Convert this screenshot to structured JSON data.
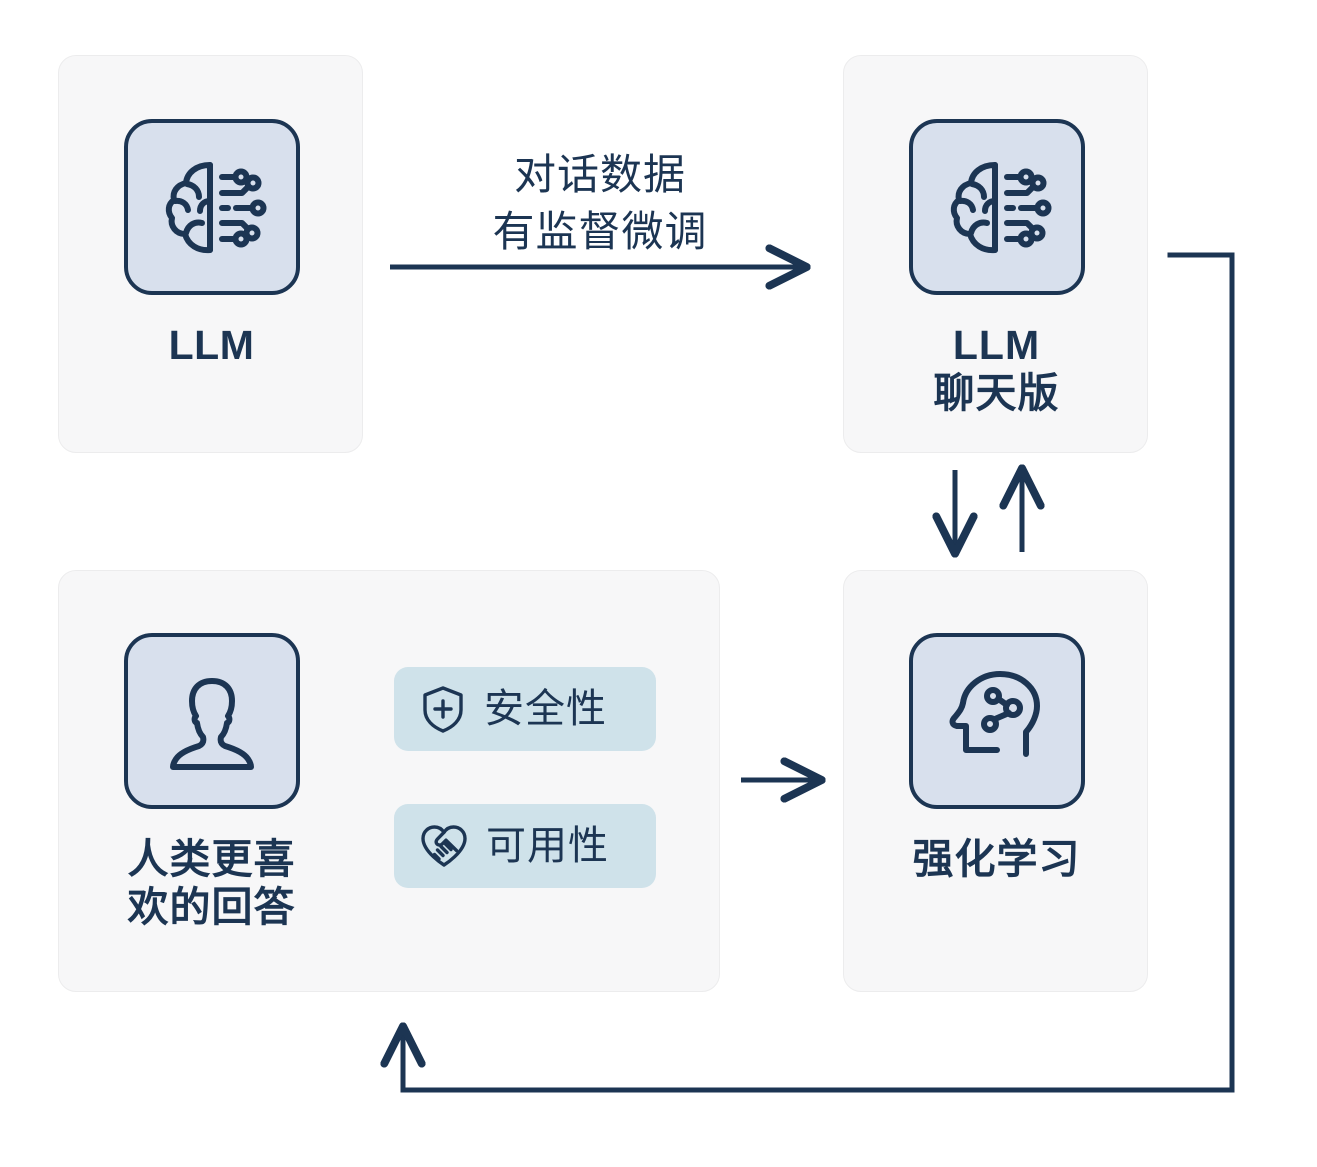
{
  "diagram": {
    "title_present": false,
    "palette": {
      "ink": "#1c3553",
      "card_bg": "#f7f7f8",
      "card_border": "#ececed",
      "tile_bg": "#d8e0ed",
      "pill_bg": "#cfe2ea",
      "page_bg": "#ffffff"
    }
  },
  "nodes": {
    "llm": {
      "label": "LLM",
      "icon": "brain-circuit-icon"
    },
    "llm_chat": {
      "label": "LLM\n聊天版",
      "icon": "brain-circuit-icon"
    },
    "human_pref": {
      "label": "人类更喜\n欢的回答",
      "icon": "person-silhouette-icon"
    },
    "rl": {
      "label": "强化学习",
      "icon": "head-network-icon"
    }
  },
  "pills": [
    {
      "text": "安全性",
      "icon": "shield-plus-icon"
    },
    {
      "text": "可用性",
      "icon": "heart-handshake-icon"
    }
  ],
  "edges": [
    {
      "id": "llm-to-chat",
      "label": "对话数据\n有监督微调",
      "from": "llm",
      "to": "llm_chat",
      "direction": "right"
    },
    {
      "id": "chat-to-rl",
      "label": "",
      "from": "llm_chat",
      "to": "rl",
      "direction": "down"
    },
    {
      "id": "rl-to-chat",
      "label": "",
      "from": "rl",
      "to": "llm_chat",
      "direction": "up"
    },
    {
      "id": "pref-to-rl",
      "label": "",
      "from": "human_pref",
      "to": "rl",
      "direction": "right"
    },
    {
      "id": "chat-feedback-loop",
      "label": "",
      "from": "llm_chat",
      "to": "human_pref",
      "direction": "loop-right-bottom-up"
    }
  ]
}
